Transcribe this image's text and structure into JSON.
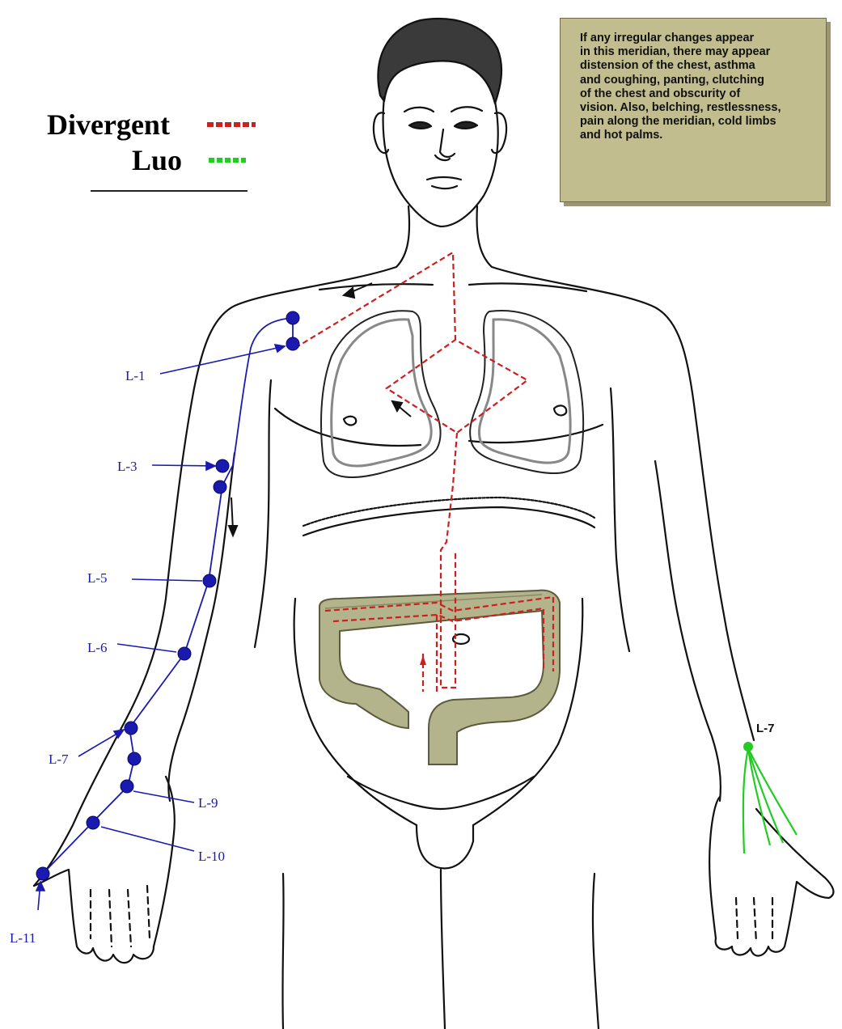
{
  "legend": {
    "items": [
      {
        "label": "Divergent",
        "color": "#cc1f1f",
        "line_style": "dashed"
      },
      {
        "label": "Luo",
        "color": "#22cc22",
        "line_style": "dashed"
      }
    ]
  },
  "info_box": {
    "lines": [
      "If any irregular changes appear",
      "in this meridian, there may appear",
      "distension of the chest, asthma",
      "and coughing, panting, clutching",
      "of the chest and obscurity of",
      "vision. Also, belching, restlessness,",
      "pain along the meridian, cold limbs",
      "and hot palms."
    ],
    "background_color": "#c2bd8e"
  },
  "points": [
    {
      "id": "L-1",
      "label": "L-1",
      "color": "#1a1ab0"
    },
    {
      "id": "L-3",
      "label": "L-3",
      "color": "#1a1ab0"
    },
    {
      "id": "L-5",
      "label": "L-5",
      "color": "#1a1ab0"
    },
    {
      "id": "L-6",
      "label": "L-6",
      "color": "#1a1ab0"
    },
    {
      "id": "L-7",
      "label": "L-7",
      "color": "#1a1ab0"
    },
    {
      "id": "L-9",
      "label": "L-9",
      "color": "#1a1ab0"
    },
    {
      "id": "L-10",
      "label": "L-10",
      "color": "#1a1ab0"
    },
    {
      "id": "L-11",
      "label": "L-11",
      "color": "#1a1ab0"
    },
    {
      "id": "L-7-luo",
      "label": "L-7",
      "color": "#22cc22"
    }
  ],
  "colors": {
    "meridian": "#1a1ab0",
    "divergent": "#cc1f1f",
    "luo": "#22cc22",
    "colon": "#b4b48c",
    "outline": "#111111"
  }
}
